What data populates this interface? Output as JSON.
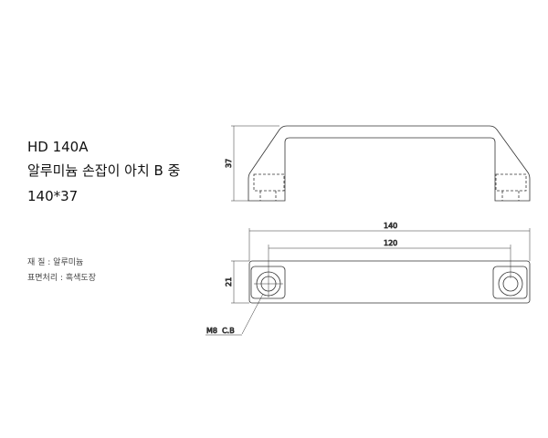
{
  "title": "HD 140A",
  "subtitle": "알루미늄 손잡이 아치 B 중",
  "size": "140*37",
  "material": "재 질 : 알루미늄",
  "finish": "표면처리 : 흑색도장",
  "dimensions": {
    "height": "37",
    "length": "140",
    "hole_pitch": "120",
    "width": "21",
    "hole_note": "M8  C.B"
  }
}
